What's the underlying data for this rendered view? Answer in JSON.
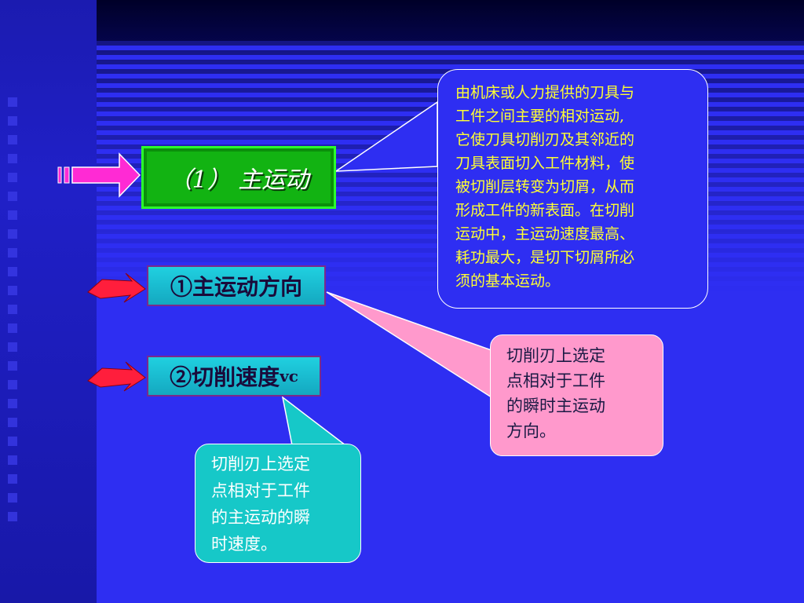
{
  "main_motion": {
    "label": "（1） 主运动"
  },
  "direction": {
    "label": "①主运动方向"
  },
  "cutting_speed": {
    "label": "②切削速度",
    "subscript": "vc"
  },
  "callout_definition": {
    "lines": [
      "由机床或人力提供的刀具与",
      "工件之间主要的相对运动,",
      "它使刀具切削刃及其邻近的",
      "刀具表面切入工件材料，使",
      "被切削层转变为切屑，从而",
      "形成工件的新表面。在切削",
      "运动中，主运动速度最高、",
      "耗功最大，是切下切屑所必",
      "须的基本运动。"
    ]
  },
  "callout_direction": {
    "lines": [
      "切削刃上选定",
      "点相对于工件",
      "的瞬时主运动",
      "方向。"
    ]
  },
  "callout_speed": {
    "lines": [
      "切削刃上选定",
      "点相对于工件",
      "的主运动的瞬",
      "时速度。"
    ]
  },
  "colors": {
    "background": "#2e2ef2",
    "main_box": "#12b312",
    "label_cyan": "#20d0e0",
    "arrow_magenta": "#ff2ad4",
    "arrow_red": "#ff1e3c",
    "callout_text_yellow": "#ffff33",
    "callout_pink": "#ff99cc",
    "callout_cyan": "#16c8c8"
  },
  "icons": [
    "magenta-arrow-icon",
    "red-arrow-icon"
  ]
}
